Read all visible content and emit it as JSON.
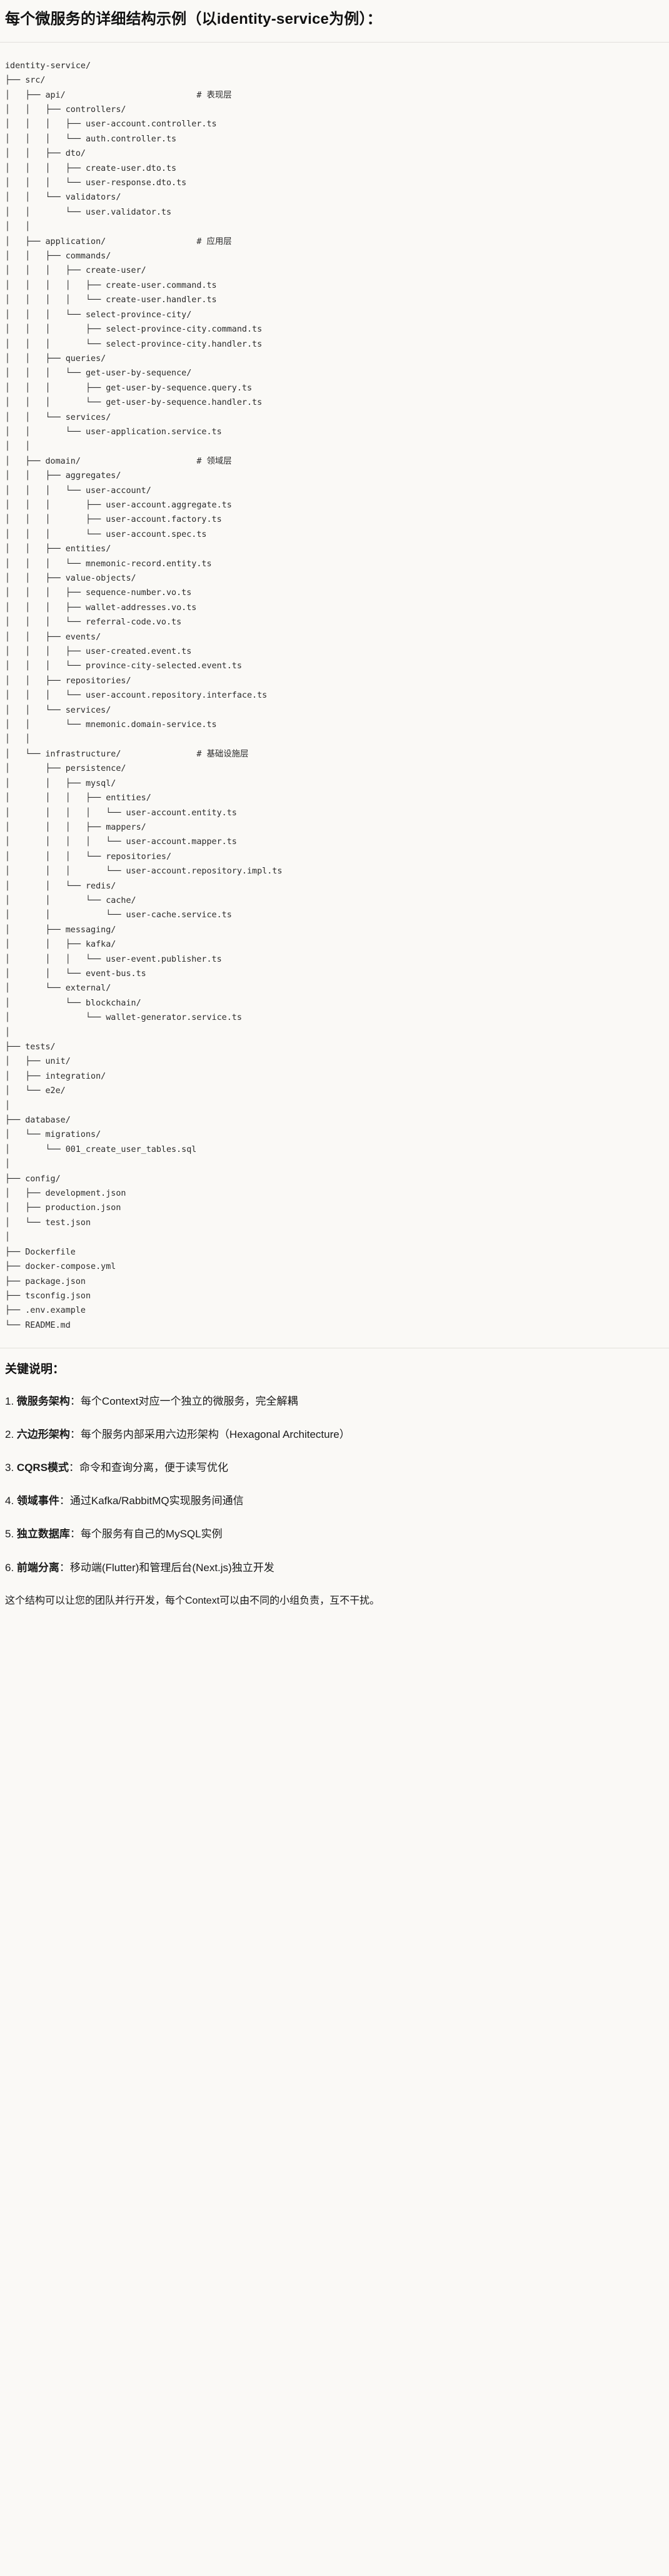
{
  "heading": "每个微服务的详细结构示例（以identity-service为例）：",
  "tree": {
    "root_label": "identity-service/",
    "text": "identity-service/\n├── src/\n│   ├── api/                          # 表现层\n│   │   ├── controllers/\n│   │   │   ├── user-account.controller.ts\n│   │   │   └── auth.controller.ts\n│   │   ├── dto/\n│   │   │   ├── create-user.dto.ts\n│   │   │   └── user-response.dto.ts\n│   │   └── validators/\n│   │       └── user.validator.ts\n│   │\n│   ├── application/                  # 应用层\n│   │   ├── commands/\n│   │   │   ├── create-user/\n│   │   │   │   ├── create-user.command.ts\n│   │   │   │   └── create-user.handler.ts\n│   │   │   └── select-province-city/\n│   │   │       ├── select-province-city.command.ts\n│   │   │       └── select-province-city.handler.ts\n│   │   ├── queries/\n│   │   │   └── get-user-by-sequence/\n│   │   │       ├── get-user-by-sequence.query.ts\n│   │   │       └── get-user-by-sequence.handler.ts\n│   │   └── services/\n│   │       └── user-application.service.ts\n│   │\n│   ├── domain/                       # 领域层\n│   │   ├── aggregates/\n│   │   │   └── user-account/\n│   │   │       ├── user-account.aggregate.ts\n│   │   │       ├── user-account.factory.ts\n│   │   │       └── user-account.spec.ts\n│   │   ├── entities/\n│   │   │   └── mnemonic-record.entity.ts\n│   │   ├── value-objects/\n│   │   │   ├── sequence-number.vo.ts\n│   │   │   ├── wallet-addresses.vo.ts\n│   │   │   └── referral-code.vo.ts\n│   │   ├── events/\n│   │   │   ├── user-created.event.ts\n│   │   │   └── province-city-selected.event.ts\n│   │   ├── repositories/\n│   │   │   └── user-account.repository.interface.ts\n│   │   └── services/\n│   │       └── mnemonic.domain-service.ts\n│   │\n│   └── infrastructure/               # 基础设施层\n│       ├── persistence/\n│       │   ├── mysql/\n│       │   │   ├── entities/\n│       │   │   │   └── user-account.entity.ts\n│       │   │   ├── mappers/\n│       │   │   │   └── user-account.mapper.ts\n│       │   │   └── repositories/\n│       │   │       └── user-account.repository.impl.ts\n│       │   └── redis/\n│       │       └── cache/\n│       │           └── user-cache.service.ts\n│       ├── messaging/\n│       │   ├── kafka/\n│       │   │   └── user-event.publisher.ts\n│       │   └── event-bus.ts\n│       └── external/\n│           └── blockchain/\n│               └── wallet-generator.service.ts\n│\n├── tests/\n│   ├── unit/\n│   ├── integration/\n│   └── e2e/\n│\n├── database/\n│   └── migrations/\n│       └── 001_create_user_tables.sql\n│\n├── config/\n│   ├── development.json\n│   ├── production.json\n│   └── test.json\n│\n├── Dockerfile\n├── docker-compose.yml\n├── package.json\n├── tsconfig.json\n├── .env.example\n└── README.md",
    "layer_comments": [
      {
        "path": "api/",
        "comment": "# 表现层"
      },
      {
        "path": "application/",
        "comment": "# 应用层"
      },
      {
        "path": "domain/",
        "comment": "# 领域层"
      },
      {
        "path": "infrastructure/",
        "comment": "# 基础设施层"
      }
    ]
  },
  "notes": {
    "title": "关键说明：",
    "items": [
      {
        "name": "微服务架构",
        "sep": "：",
        "desc": "每个Context对应一个独立的微服务，完全解耦"
      },
      {
        "name": "六边形架构",
        "sep": "：",
        "desc": "每个服务内部采用六边形架构（Hexagonal Architecture）"
      },
      {
        "name": "CQRS模式",
        "sep": "：",
        "desc": "命令和查询分离，便于读写优化"
      },
      {
        "name": "领域事件",
        "sep": "：",
        "desc": "通过Kafka/RabbitMQ实现服务间通信"
      },
      {
        "name": "独立数据库",
        "sep": "：",
        "desc": "每个服务有自己的MySQL实例"
      },
      {
        "name": "前端分离",
        "sep": "：",
        "desc": "移动端(Flutter)和管理后台(Next.js)独立开发"
      }
    ],
    "footer": "这个结构可以让您的团队并行开发，每个Context可以由不同的小组负责，互不干扰。"
  }
}
